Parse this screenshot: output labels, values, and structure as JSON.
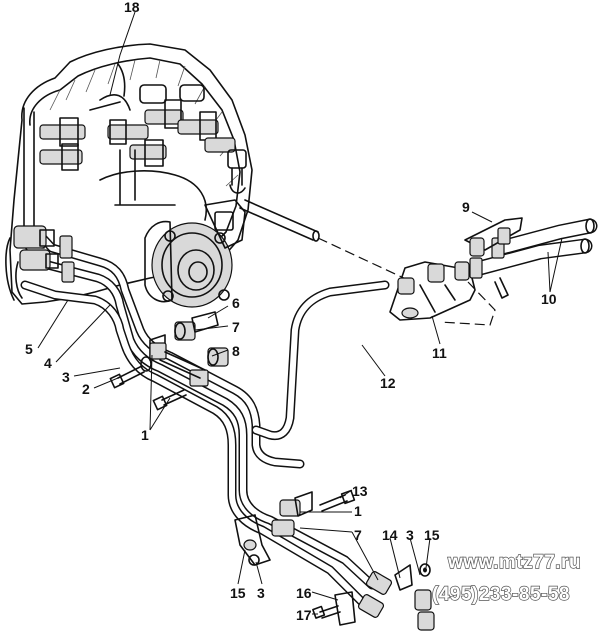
{
  "callouts": [
    {
      "id": "c18",
      "text": "18"
    },
    {
      "id": "c6",
      "text": "6"
    },
    {
      "id": "c7a",
      "text": "7"
    },
    {
      "id": "c8",
      "text": "8"
    },
    {
      "id": "c5",
      "text": "5"
    },
    {
      "id": "c4",
      "text": "4"
    },
    {
      "id": "c3a",
      "text": "3"
    },
    {
      "id": "c2",
      "text": "2"
    },
    {
      "id": "c1a",
      "text": "1"
    },
    {
      "id": "c9",
      "text": "9"
    },
    {
      "id": "c10",
      "text": "10"
    },
    {
      "id": "c11",
      "text": "11"
    },
    {
      "id": "c12",
      "text": "12"
    },
    {
      "id": "c13",
      "text": "13"
    },
    {
      "id": "c1b",
      "text": "1"
    },
    {
      "id": "c7b",
      "text": "7"
    },
    {
      "id": "c14",
      "text": "14"
    },
    {
      "id": "c3b",
      "text": "3"
    },
    {
      "id": "c15a",
      "text": "15"
    },
    {
      "id": "c15b",
      "text": "15"
    },
    {
      "id": "c3c",
      "text": "3"
    },
    {
      "id": "c16",
      "text": "16"
    },
    {
      "id": "c17",
      "text": "17"
    }
  ],
  "watermark": {
    "site": "www.mtz77.ru",
    "phone": "(495)233-85-58"
  }
}
